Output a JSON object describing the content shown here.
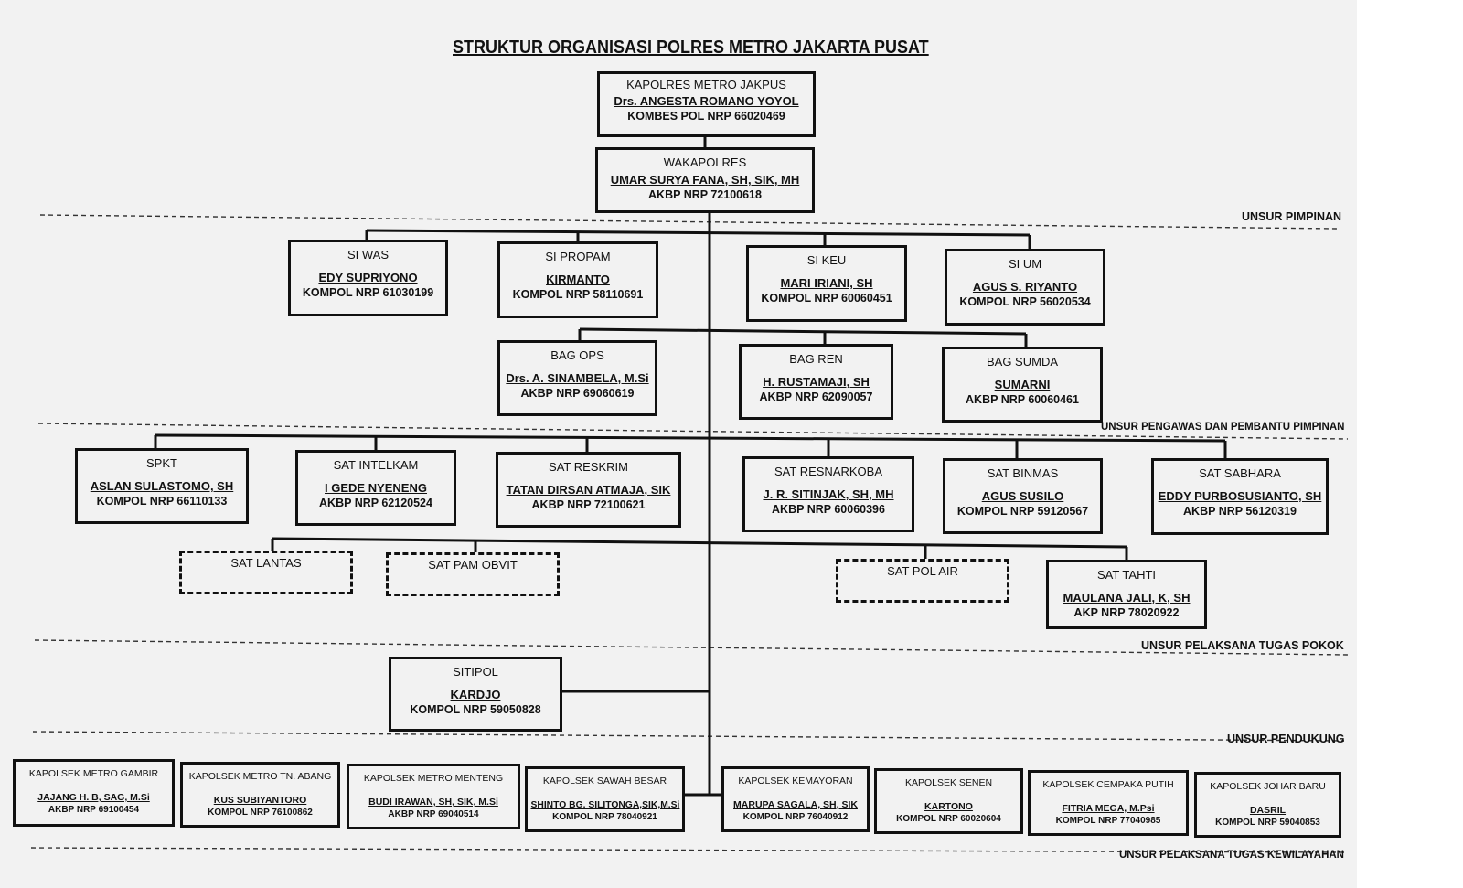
{
  "title": "STRUKTUR ORGANISASI POLRES METRO JAKARTA PUSAT",
  "sections": [
    "UNSUR PIMPINAN",
    "UNSUR PENGAWAS DAN PEMBANTU PIMPINAN",
    "UNSUR PELAKSANA TUGAS POKOK",
    "UNSUR PENDUKUNG",
    "UNSUR PELAKSANA TUGAS KEWILAYAHAN"
  ],
  "nodes": [
    {
      "unit": "KAPOLRES METRO JAKPUS",
      "name": "Drs. ANGESTA ROMANO YOYOL",
      "nrp": "KOMBES POL NRP 66020469"
    },
    {
      "unit": "WAKAPOLRES",
      "name": "UMAR SURYA FANA, SH, SIK, MH",
      "nrp": "AKBP NRP 72100618"
    },
    {
      "unit": "SI WAS",
      "name": "EDY SUPRIYONO",
      "nrp": "KOMPOL NRP 61030199"
    },
    {
      "unit": "SI PROPAM",
      "name": "KIRMANTO",
      "nrp": "KOMPOL NRP 58110691"
    },
    {
      "unit": "SI KEU",
      "name": "MARI IRIANI, SH",
      "nrp": "KOMPOL NRP 60060451"
    },
    {
      "unit": "SI UM",
      "name": "AGUS S. RIYANTO",
      "nrp": "KOMPOL NRP 56020534"
    },
    {
      "unit": "BAG OPS",
      "name": "Drs. A. SINAMBELA, M.Si",
      "nrp": "AKBP NRP 69060619"
    },
    {
      "unit": "BAG REN",
      "name": "H. RUSTAMAJI, SH",
      "nrp": "AKBP NRP 62090057"
    },
    {
      "unit": "BAG SUMDA",
      "name": "SUMARNI",
      "nrp": "AKBP NRP 60060461"
    },
    {
      "unit": "SPKT",
      "name": "ASLAN SULASTOMO, SH",
      "nrp": "KOMPOL NRP 66110133"
    },
    {
      "unit": "SAT INTELKAM",
      "name": "I GEDE NYENENG",
      "nrp": "AKBP NRP 62120524"
    },
    {
      "unit": "SAT RESKRIM",
      "name": "TATAN DIRSAN ATMAJA, SIK",
      "nrp": "AKBP NRP 72100621"
    },
    {
      "unit": "SAT RESNARKOBA",
      "name": "J. R. SITINJAK, SH, MH",
      "nrp": "AKBP NRP 60060396"
    },
    {
      "unit": "SAT BINMAS",
      "name": "AGUS SUSILO",
      "nrp": "KOMPOL NRP 59120567"
    },
    {
      "unit": "SAT SABHARA",
      "name": "EDDY PURBOSUSIANTO, SH",
      "nrp": "AKBP NRP 56120319"
    },
    {
      "unit": "SAT LANTAS",
      "name": "",
      "nrp": ""
    },
    {
      "unit": "SAT PAM OBVIT",
      "name": "",
      "nrp": ""
    },
    {
      "unit": "SAT POL AIR",
      "name": "",
      "nrp": ""
    },
    {
      "unit": "SAT TAHTI",
      "name": "MAULANA JALI, K, SH",
      "nrp": "AKP NRP 78020922"
    },
    {
      "unit": "SITIPOL",
      "name": "KARDJO",
      "nrp": "KOMPOL NRP 59050828"
    },
    {
      "unit": "KAPOLSEK METRO GAMBIR",
      "name": "JAJANG H. B, SAG, M.Si",
      "nrp": "AKBP NRP 69100454"
    },
    {
      "unit": "KAPOLSEK METRO TN. ABANG",
      "name": "KUS SUBIYANTORO",
      "nrp": "KOMPOL NRP 76100862"
    },
    {
      "unit": "KAPOLSEK METRO MENTENG",
      "name": "BUDI IRAWAN, SH, SIK, M.Si",
      "nrp": "AKBP NRP 69040514"
    },
    {
      "unit": "KAPOLSEK SAWAH BESAR",
      "name": "SHINTO BG. SILITONGA,SIK,M.Si",
      "nrp": "KOMPOL NRP 78040921"
    },
    {
      "unit": "KAPOLSEK KEMAYORAN",
      "name": "MARUPA SAGALA, SH, SIK",
      "nrp": "KOMPOL NRP 76040912"
    },
    {
      "unit": "KAPOLSEK SENEN",
      "name": "KARTONO",
      "nrp": "KOMPOL NRP 60020604"
    },
    {
      "unit": "KAPOLSEK CEMPAKA PUTIH",
      "name": "FITRIA MEGA, M.Psi",
      "nrp": "KOMPOL NRP 77040985"
    },
    {
      "unit": "KAPOLSEK JOHAR BARU",
      "name": "DASRIL",
      "nrp": "KOMPOL NRP 59040853"
    }
  ]
}
